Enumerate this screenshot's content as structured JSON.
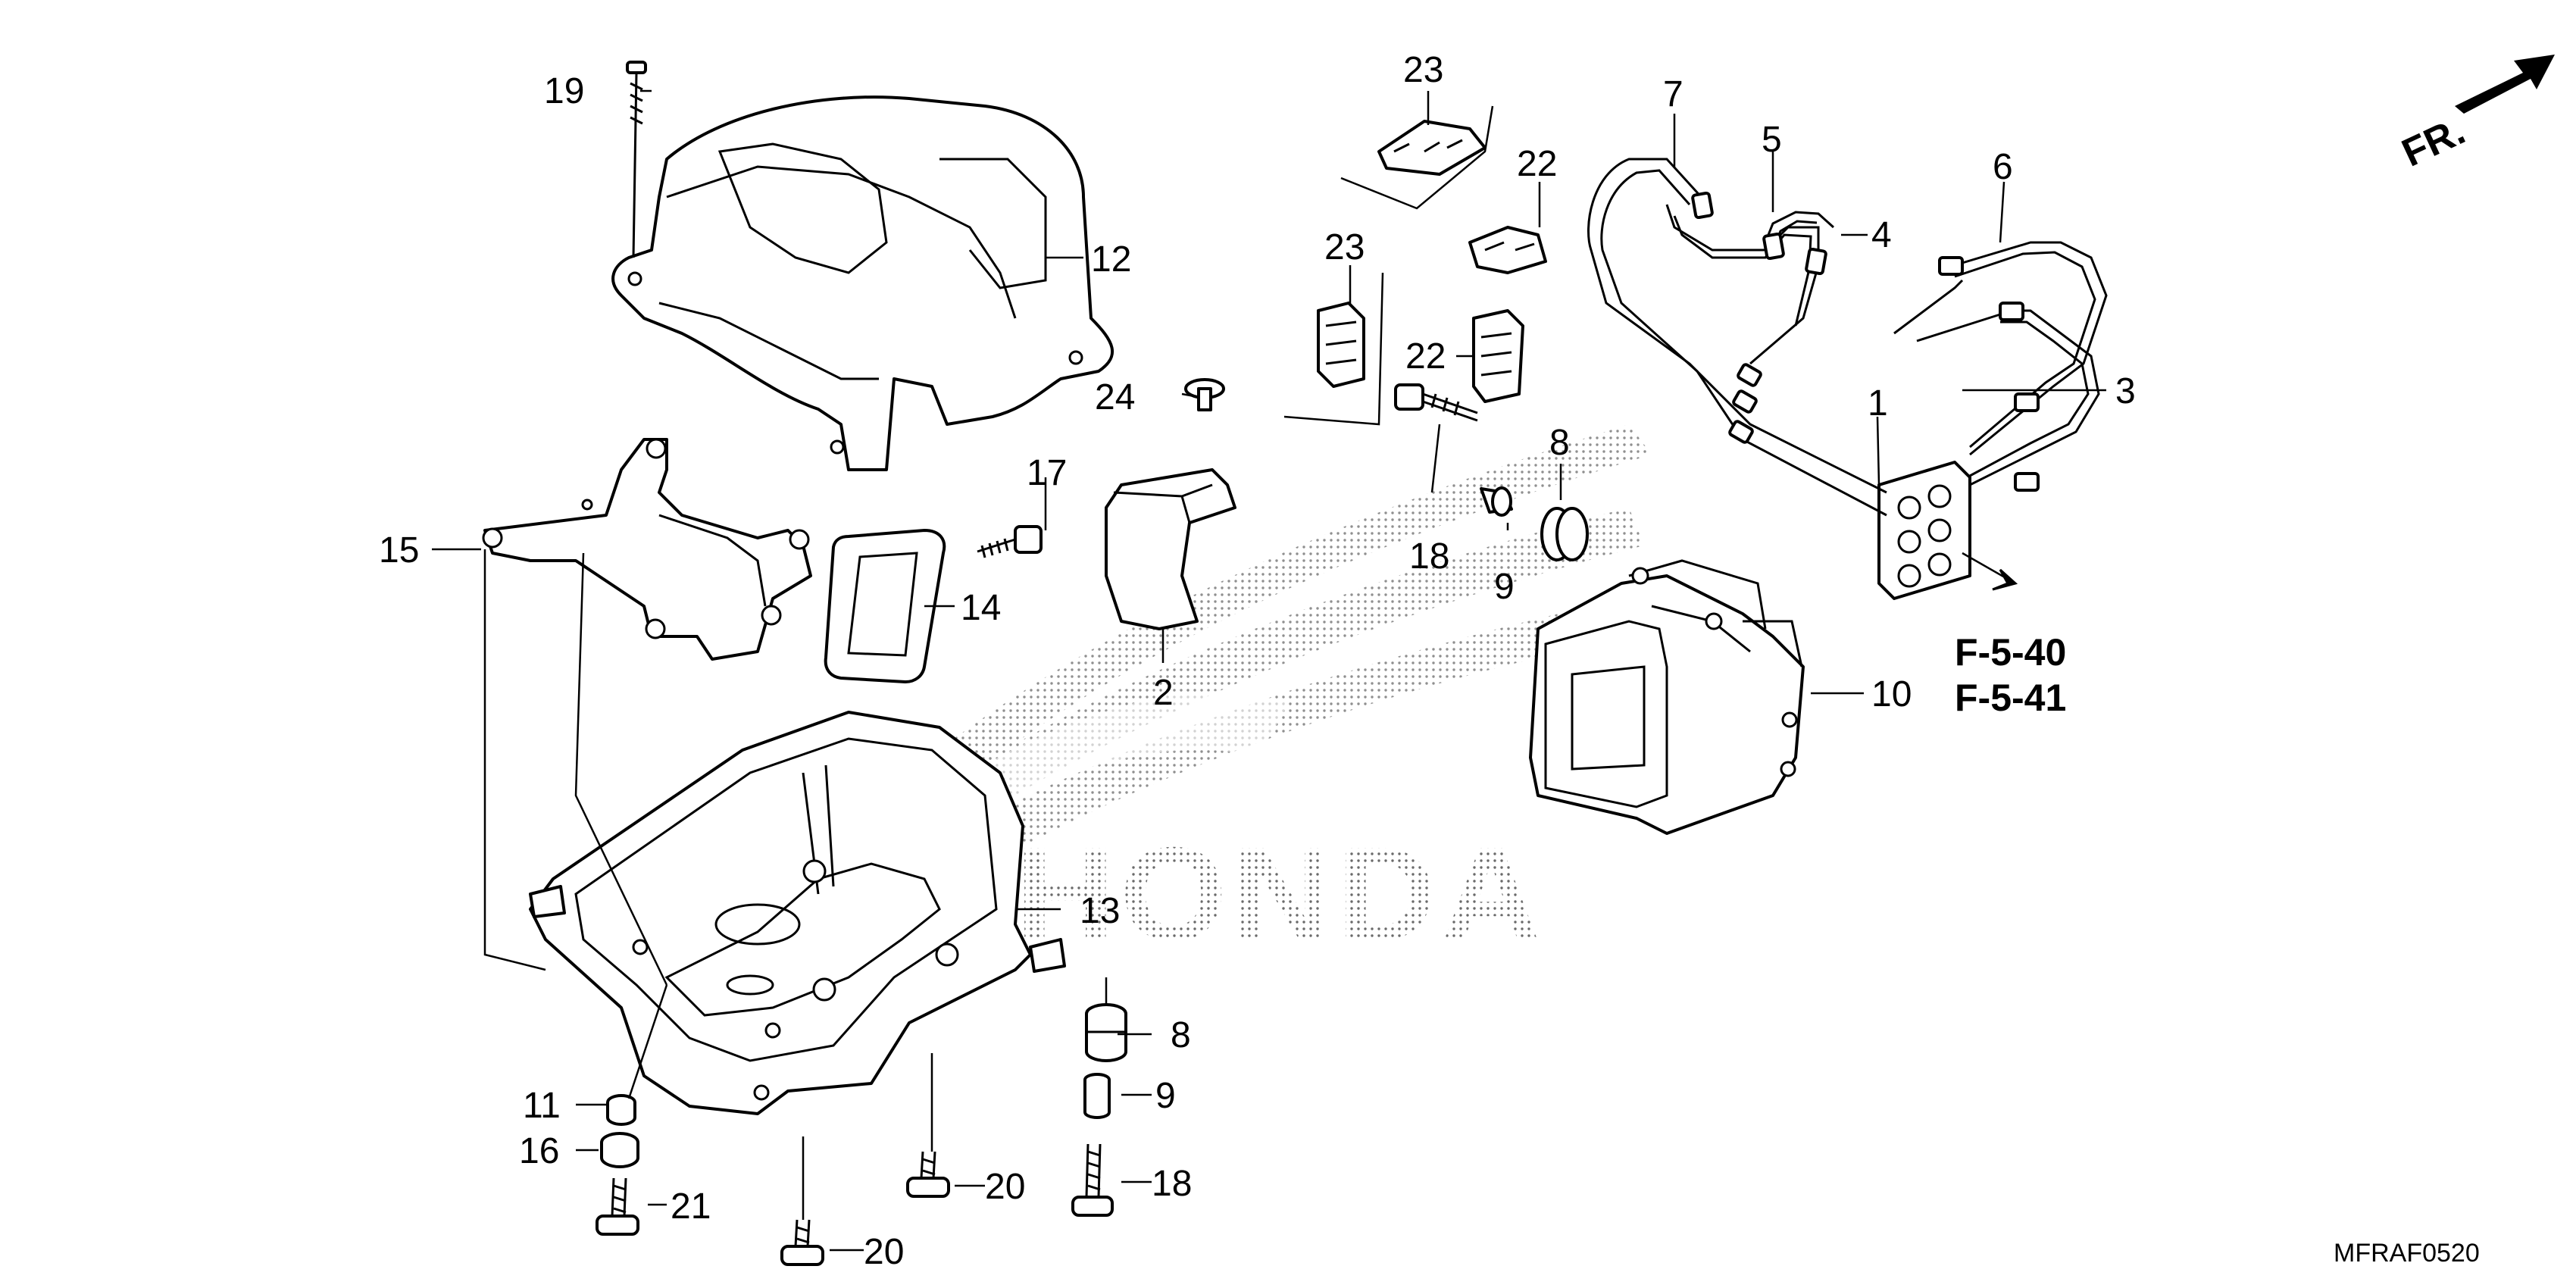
{
  "parts": {
    "p1": "1",
    "p2": "2",
    "p3": "3",
    "p4": "4",
    "p5": "5",
    "p6": "6",
    "p7": "7",
    "p8a": "8",
    "p8b": "8",
    "p9a": "9",
    "p9b": "9",
    "p10": "10",
    "p11": "11",
    "p12": "12",
    "p13": "13",
    "p14": "14",
    "p15": "15",
    "p16": "16",
    "p17": "17",
    "p18a": "18",
    "p18b": "18",
    "p19": "19",
    "p20a": "20",
    "p20b": "20",
    "p21": "21",
    "p22a": "22",
    "p22b": "22",
    "p23a": "23",
    "p23b": "23",
    "p24": "24"
  },
  "refs": {
    "ref1": "F-5-40",
    "ref2": "F-5-41"
  },
  "front_label": "FR.",
  "watermark": "HONDA",
  "diagram_code": "MFRAF0520"
}
